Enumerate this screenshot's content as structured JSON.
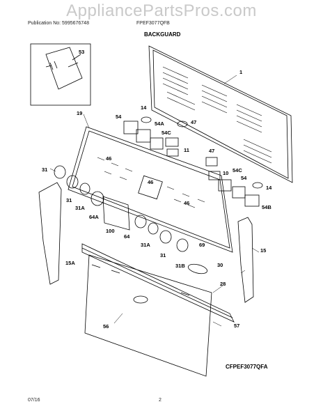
{
  "watermark": "AppliancePartsPros.com",
  "header": {
    "publication": "Publication No: 5995676748",
    "model": "FPEF3077QFB",
    "section": "BACKGUARD"
  },
  "parts": [
    {
      "id": "p53",
      "label": "53"
    },
    {
      "id": "p1",
      "label": "1"
    },
    {
      "id": "p19",
      "label": "19"
    },
    {
      "id": "p54a",
      "label": "54"
    },
    {
      "id": "p14a",
      "label": "14"
    },
    {
      "id": "p54A",
      "label": "54A"
    },
    {
      "id": "p54C1",
      "label": "54C"
    },
    {
      "id": "p47a",
      "label": "47"
    },
    {
      "id": "p11",
      "label": "11"
    },
    {
      "id": "p46a",
      "label": "46"
    },
    {
      "id": "p47b",
      "label": "47"
    },
    {
      "id": "p10",
      "label": "10"
    },
    {
      "id": "p54C2",
      "label": "54C"
    },
    {
      "id": "p54b",
      "label": "54"
    },
    {
      "id": "p14b",
      "label": "14"
    },
    {
      "id": "p54B",
      "label": "54B"
    },
    {
      "id": "p31a",
      "label": "31"
    },
    {
      "id": "p46b",
      "label": "46"
    },
    {
      "id": "p31b",
      "label": "31"
    },
    {
      "id": "p46c",
      "label": "46"
    },
    {
      "id": "p31A1",
      "label": "31A"
    },
    {
      "id": "p64A",
      "label": "64A"
    },
    {
      "id": "p100",
      "label": "100"
    },
    {
      "id": "p64",
      "label": "64"
    },
    {
      "id": "p31A2",
      "label": "31A"
    },
    {
      "id": "p69",
      "label": "69"
    },
    {
      "id": "p15",
      "label": "15"
    },
    {
      "id": "p31c",
      "label": "31"
    },
    {
      "id": "p31B",
      "label": "31B"
    },
    {
      "id": "p30",
      "label": "30"
    },
    {
      "id": "p15A",
      "label": "15A"
    },
    {
      "id": "p28",
      "label": "28"
    },
    {
      "id": "p56",
      "label": "56"
    },
    {
      "id": "p57",
      "label": "57"
    }
  ],
  "figure_id": "CFPEF3077QFA",
  "footer": {
    "date": "07/16",
    "page": "2"
  }
}
